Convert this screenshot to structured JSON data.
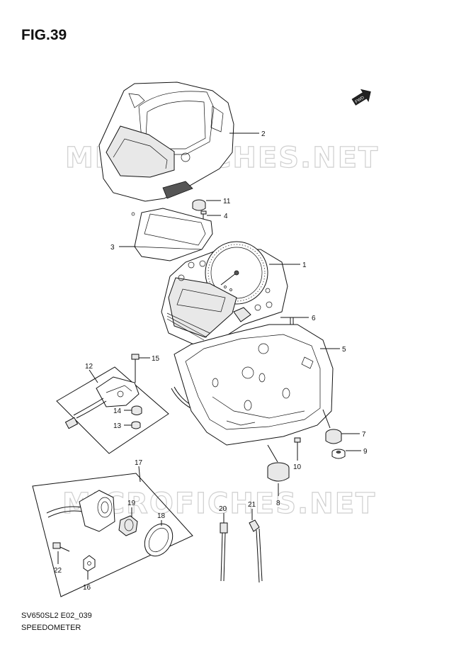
{
  "figure": {
    "title": "FIG.39",
    "code": "SV650SL2 E02_039",
    "name": "SPEEDOMETER"
  },
  "watermark": "MICROFICHES.NET",
  "fwd_badge": "FWD",
  "parts": [
    {
      "num": "1"
    },
    {
      "num": "2"
    },
    {
      "num": "3"
    },
    {
      "num": "4"
    },
    {
      "num": "5"
    },
    {
      "num": "6"
    },
    {
      "num": "7"
    },
    {
      "num": "8"
    },
    {
      "num": "9"
    },
    {
      "num": "10"
    },
    {
      "num": "11"
    },
    {
      "num": "12"
    },
    {
      "num": "13"
    },
    {
      "num": "14"
    },
    {
      "num": "15"
    },
    {
      "num": "16"
    },
    {
      "num": "17"
    },
    {
      "num": "18"
    },
    {
      "num": "19"
    },
    {
      "num": "20"
    },
    {
      "num": "21"
    },
    {
      "num": "22"
    }
  ]
}
